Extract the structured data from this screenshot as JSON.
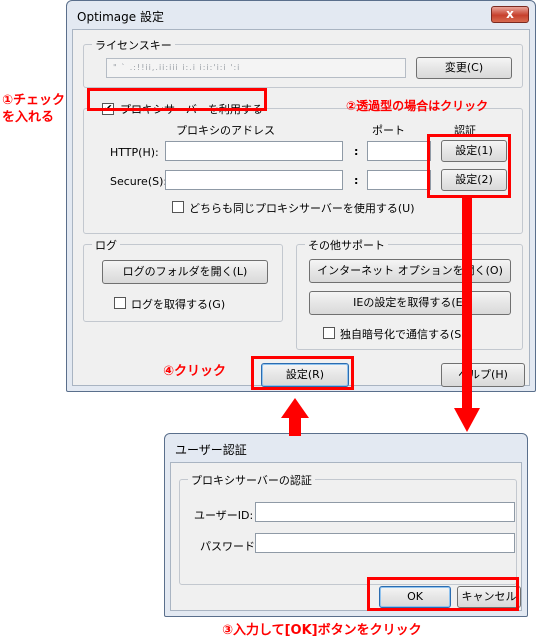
{
  "main_window": {
    "title": "Optimage 設定",
    "close_label": "x",
    "license": {
      "legend": "ライセンスキー",
      "key_value": "\" ` .:!!ii,.ii:iii i:.i i:i:'i:i ':i",
      "change_button": "変更(C)"
    },
    "proxy": {
      "checkbox_label": "プロキシサーバーを利用する",
      "checked": true,
      "col_address": "プロキシのアドレス",
      "col_port": "ポート",
      "col_auth": "認証",
      "http_label": "HTTP(H):",
      "secure_label": "Secure(S):",
      "colon": ":",
      "auth_button_1": "設定(1)",
      "auth_button_2": "設定(2)",
      "same_proxy_label": "どちらも同じプロキシサーバーを使用する(U)",
      "same_proxy_checked": false
    },
    "log": {
      "legend": "ログ",
      "open_folder_button": "ログのフォルダを開く(L)",
      "get_log_label": "ログを取得する(G)",
      "get_log_checked": false
    },
    "support": {
      "legend": "その他サポート",
      "internet_options_button": "インターネット オプションを開く(O)",
      "get_ie_settings_button": "IEの設定を取得する(E)",
      "encrypt_label": "独自暗号化で通信する(S)",
      "encrypt_checked": false
    },
    "settings_button": "設定(R)",
    "help_button": "ヘルプ(H)"
  },
  "auth_window": {
    "title": "ユーザー認証",
    "legend": "プロキシサーバーの認証",
    "user_id_label": "ユーザーID:",
    "password_label": "パスワード:",
    "ok_button": "OK",
    "cancel_button": "キャンセル"
  },
  "annotations": {
    "step1_line1": "①チェック",
    "step1_line2": "を入れる",
    "step2": "②透過型の場合はクリック",
    "step3": "③入力して[OK]ボタンをクリック",
    "step4": "④クリック"
  },
  "colors": {
    "annotation_red": "#ff0000",
    "window_frame": "#e3e9f2",
    "dialog_face": "#f0f0f0",
    "close_button": "#c7412d"
  }
}
